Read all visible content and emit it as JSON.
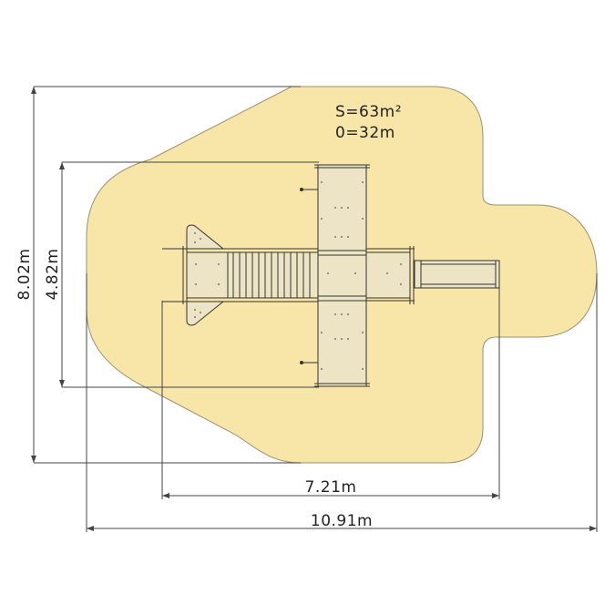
{
  "info": {
    "area_label": "S=63m²",
    "perimeter_label": "0=32m"
  },
  "dimensions": {
    "total_width": "10.91m",
    "equipment_width": "7.21m",
    "total_height": "8.02m",
    "equipment_height": "4.82m"
  },
  "colors": {
    "safety_zone_fill": "#f7e6a8",
    "safety_zone_stroke": "#9a9070",
    "line": "#444444"
  }
}
